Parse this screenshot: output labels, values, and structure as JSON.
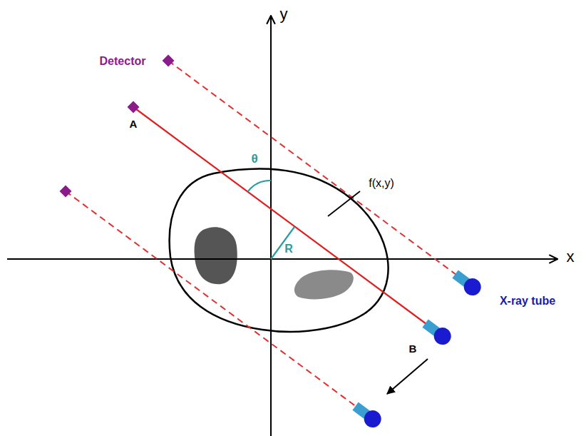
{
  "diagram": {
    "labels": [
      "y",
      "Detector",
      "A",
      "θ",
      "f(x,y)",
      "R",
      "x",
      "X-ray tube",
      "B"
    ]
  }
}
